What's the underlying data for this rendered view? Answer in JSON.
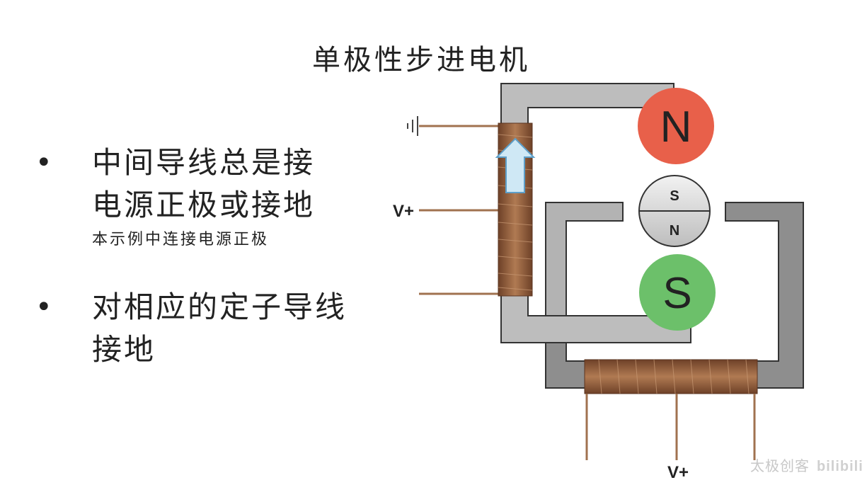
{
  "title": "单极性步进电机",
  "bullets": [
    {
      "lines": [
        "中间导线总是接",
        "电源正极或接地"
      ],
      "note": "本示例中连接电源正极"
    },
    {
      "lines": [
        "对相应的定子导线",
        "接地"
      ]
    }
  ],
  "diagram": {
    "labels": {
      "vplus_left": "V+",
      "vplus_bottom": "V+",
      "stator_top": "N",
      "stator_bottom": "S",
      "rotor_top": "S",
      "rotor_bottom": "N"
    },
    "colors": {
      "north_pole": "#e8604a",
      "south_pole": "#6cc06a",
      "coil": "#8a5a3a",
      "wire": "#a0724f",
      "frame": "#b9b9b9",
      "arrow": "#cfe8f5"
    },
    "icons": [
      "ground-icon",
      "current-arrow-icon"
    ]
  },
  "watermark": {
    "text": "太极创客",
    "brand": "bilibili"
  }
}
